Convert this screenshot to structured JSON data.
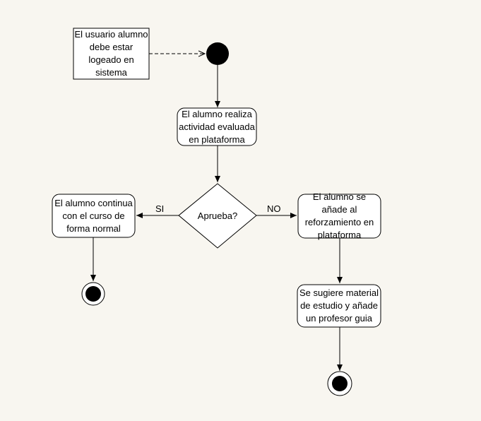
{
  "diagram": {
    "note": "El usuario alumno\ndebe estar\nlogeado en\nsistema",
    "activity_1": "El alumno realiza\nactividad evaluada\nen plataforma",
    "decision": "Aprueba?",
    "activity_yes": "El alumno continua\ncon el curso de\nforma normal",
    "activity_no_1": "El alumno se\nañade al\nreforzamiento en\nplataforma",
    "activity_no_2": "Se sugiere material\nde estudio y añade\nun profesor guia",
    "label_yes": "SI",
    "label_no": "NO"
  },
  "colors": {
    "background": "#f8f6f0",
    "node_fill": "#ffffff",
    "stroke": "#000000"
  }
}
